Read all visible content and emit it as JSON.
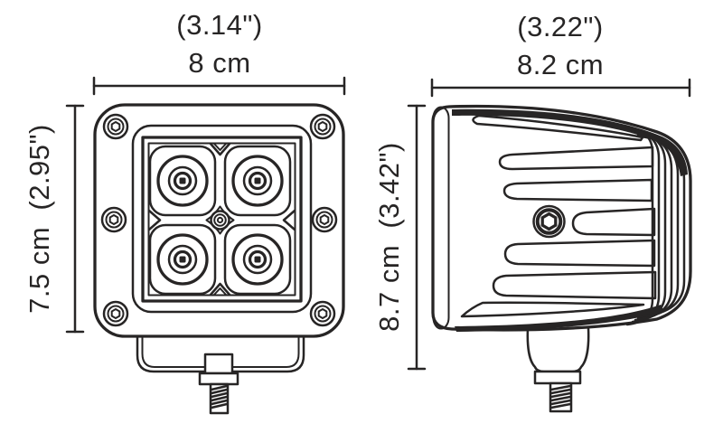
{
  "diagram": {
    "subject": "led-cube-light-dimensions",
    "front_view": {
      "width_inches": "(3.14\")",
      "width_cm": "8 cm",
      "height_label": "7.5 cm  (2.95\")"
    },
    "side_view": {
      "width_inches": "(3.22\")",
      "width_cm": "8.2 cm",
      "height_label": "8.7 cm  (3.42\")"
    },
    "colors": {
      "line": "#272525",
      "background": "#ffffff"
    }
  }
}
